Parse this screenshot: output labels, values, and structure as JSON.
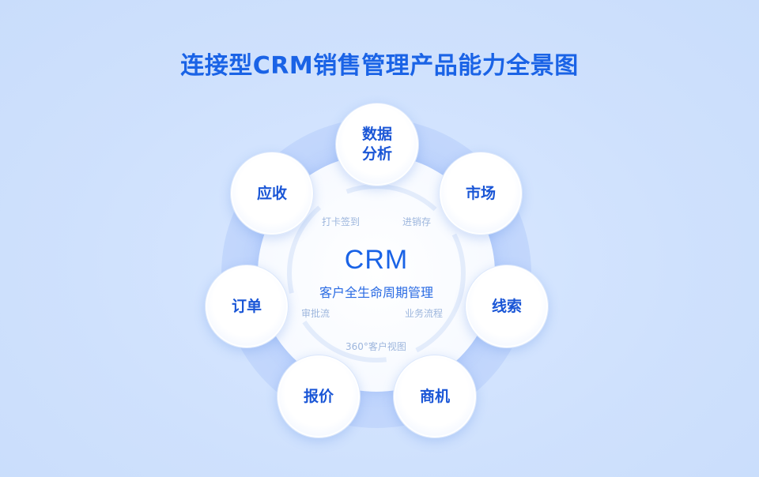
{
  "title": "连接型CRM销售管理产品能力全景图",
  "center": {
    "title": "CRM",
    "subtitle": "客户全生命周期管理"
  },
  "inner_features": [
    "打卡签到",
    "进销存",
    "审批流",
    "业务流程",
    "360°客户视图"
  ],
  "modules": [
    {
      "label": "数据\n分析"
    },
    {
      "label": "市场"
    },
    {
      "label": "线索"
    },
    {
      "label": "商机"
    },
    {
      "label": "报价"
    },
    {
      "label": "订单"
    },
    {
      "label": "应收"
    }
  ],
  "colors": {
    "accent": "#1a63e6",
    "background": "#cfe1fd",
    "feature_text": "#9db6dd"
  }
}
